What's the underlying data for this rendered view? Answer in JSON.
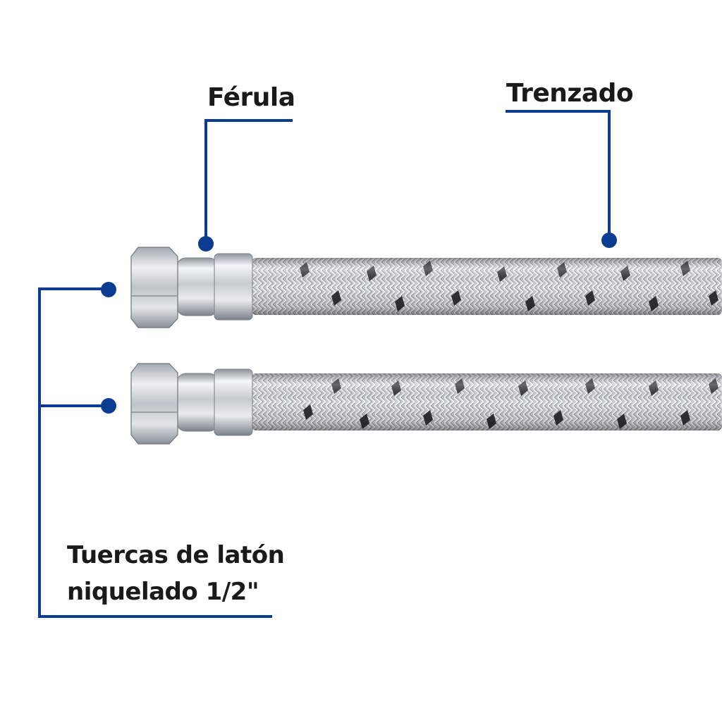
{
  "labels": {
    "ferula": "Férula",
    "trenzado": "Trenzado",
    "tuercas_line1": "Tuercas de latón",
    "tuercas_line2": "niquelado 1/2\""
  },
  "colors": {
    "callout": "#0a3d91",
    "braid_light": "#d9dde2",
    "braid_dark": "#3a3e44",
    "metal": "#c8ccd1"
  },
  "hoses": [
    "hose-top",
    "hose-bottom"
  ]
}
